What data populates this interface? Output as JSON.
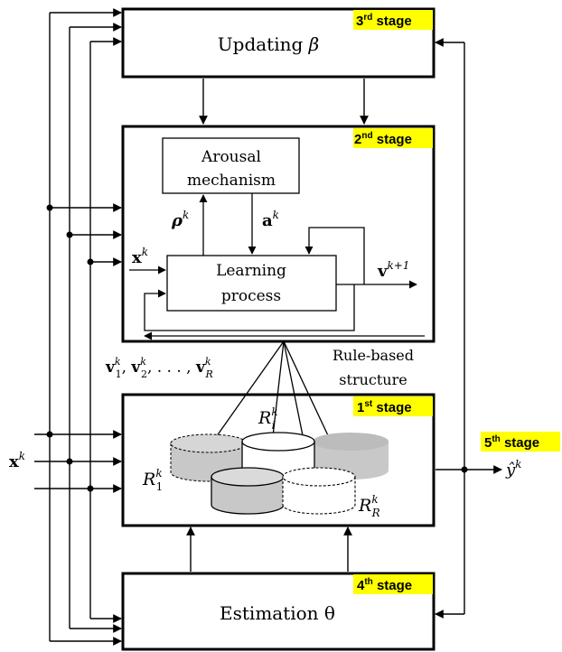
{
  "stages": {
    "third": {
      "num": "3",
      "sup": "rd",
      "word": " stage"
    },
    "second": {
      "num": "2",
      "sup": "nd",
      "word": " stage"
    },
    "first": {
      "num": "1",
      "sup": "st",
      "word": " stage"
    },
    "fourth": {
      "num": "4",
      "sup": "th",
      "word": " stage"
    },
    "fifth": {
      "num": "5",
      "sup": "th",
      "word": " stage"
    }
  },
  "blocks": {
    "updating": {
      "text": "Updating",
      "symbol": "β"
    },
    "arousal": {
      "line1": "Arousal",
      "line2": "mechanism"
    },
    "learning": {
      "line1": "Learning",
      "line2": "process"
    },
    "estimation": {
      "text": "Estimation θ"
    }
  },
  "labels": {
    "rho": {
      "base": "ρ",
      "sup": "k"
    },
    "a": {
      "base": "a",
      "sup": "k"
    },
    "x_in": {
      "base": "x",
      "sup": "k"
    },
    "v_out": {
      "base": "v",
      "sup": "k+1"
    },
    "v_list": {
      "v1_base": "v",
      "v1_sup": "k",
      "v1_sub": "1",
      "v2_base": "v",
      "v2_sup": "k",
      "v2_sub": "2",
      "dots": ", . . . , ",
      "vR_base": "v",
      "vR_sup": "k",
      "vR_sub": "R",
      "sep": ", "
    },
    "rule_based": {
      "line1": "Rule-based",
      "line2": "structure"
    },
    "R1": {
      "base": "R",
      "sup": "k",
      "sub": "1"
    },
    "Ri": {
      "base": "R",
      "sup": "k",
      "sub": "i"
    },
    "RR": {
      "base": "R",
      "sup": "k",
      "sub": "R"
    },
    "x_left": {
      "base": "x",
      "sup": "k"
    },
    "y_out": {
      "base": "ŷ",
      "sup": "k"
    }
  },
  "colors": {
    "highlight": "#ffff00",
    "stroke": "#000000",
    "cyl_gray": "#c8c8c8",
    "cyl_white": "#ffffff"
  }
}
